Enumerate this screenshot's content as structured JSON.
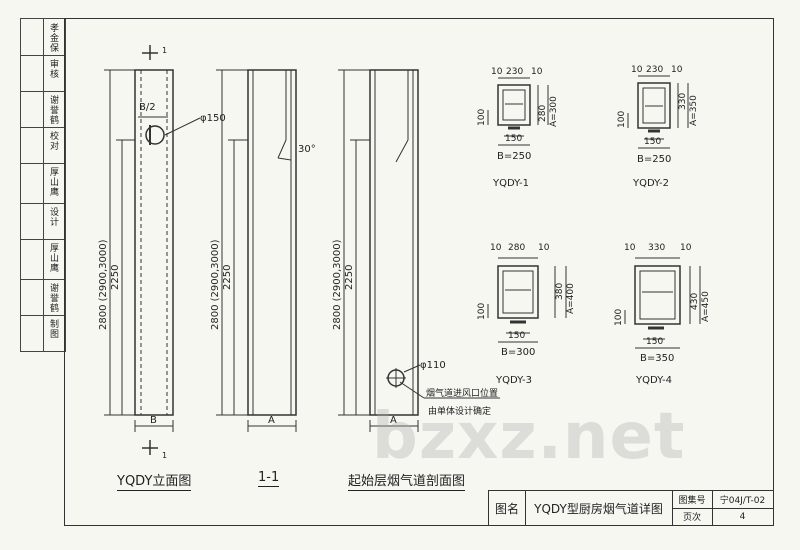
{
  "sidebar": {
    "cells": [
      "孝金保",
      "审核",
      "谢誉鹤",
      "校对",
      "厚山鹰",
      "设计",
      "厚山鹰",
      "谢誉鹤",
      "制图"
    ]
  },
  "captions": {
    "elevation": "YQDY立面图",
    "section": "1-1",
    "start_section": "起始层烟气道剖面图"
  },
  "elevation": {
    "section_mark": "1",
    "half_b": "B/2",
    "hole_dia": "φ150",
    "total_height": "2800 (2900,3000)",
    "lower_height": "2250",
    "width": "B"
  },
  "section_1_1": {
    "angle": "30°",
    "total_height": "2800 (2900,3000)",
    "lower_height": "2250",
    "width": "A"
  },
  "start_section": {
    "total_height": "2800 (2900,3000)",
    "lower_height": "2250",
    "width": "A",
    "hole_dia": "φ110",
    "note_line1": "烟气道进风口位置",
    "note_line2": "由单体设计确定"
  },
  "types": [
    {
      "name": "YQDY-1",
      "top_dims": [
        "10",
        "230",
        "10"
      ],
      "inner": "280",
      "a_dim": "A=300",
      "side": "100",
      "b_inner": "150",
      "b_label": "B=250",
      "t1": "10",
      "t2": "10"
    },
    {
      "name": "YQDY-2",
      "top_dims": [
        "10",
        "230",
        "10"
      ],
      "inner": "330",
      "a_dim": "A=350",
      "side": "100",
      "b_inner": "150",
      "b_label": "B=250",
      "t1": "10",
      "t2": "10"
    },
    {
      "name": "YQDY-3",
      "top_dims": [
        "10",
        "280",
        "10"
      ],
      "inner": "380",
      "a_dim": "A=400",
      "side": "100",
      "b_inner": "150",
      "b_label": "B=300",
      "t1": "10",
      "t2": "10"
    },
    {
      "name": "YQDY-4",
      "top_dims": [
        "10",
        "330",
        "10"
      ],
      "inner": "430",
      "a_dim": "A=450",
      "side": "100",
      "b_inner": "150",
      "b_label": "B=350",
      "t1": "10",
      "t2": "10"
    }
  ],
  "title_block": {
    "label": "图名",
    "title": "YQDY型厨房烟气道详图",
    "atlas_key": "图集号",
    "atlas_value": "宁04J/T-02",
    "page_key": "页次",
    "page_value": "4"
  },
  "watermark": "bzxz.net"
}
